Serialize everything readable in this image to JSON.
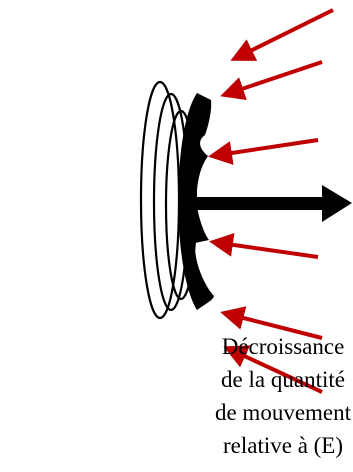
{
  "caption": {
    "line1": "Décroissance",
    "line2": "de la quantité",
    "line3": "de mouvement",
    "line4": "relative à (E)"
  },
  "colors": {
    "incoming_arrow": "#c00000",
    "outgoing_arrow": "#000000",
    "rings": "#000000",
    "background": "#ffffff"
  },
  "icons": {
    "incoming": "red-arrow-icon",
    "outgoing": "black-arrow-icon",
    "sail": "black-crescent-sail",
    "rings": "concentric-rings"
  }
}
